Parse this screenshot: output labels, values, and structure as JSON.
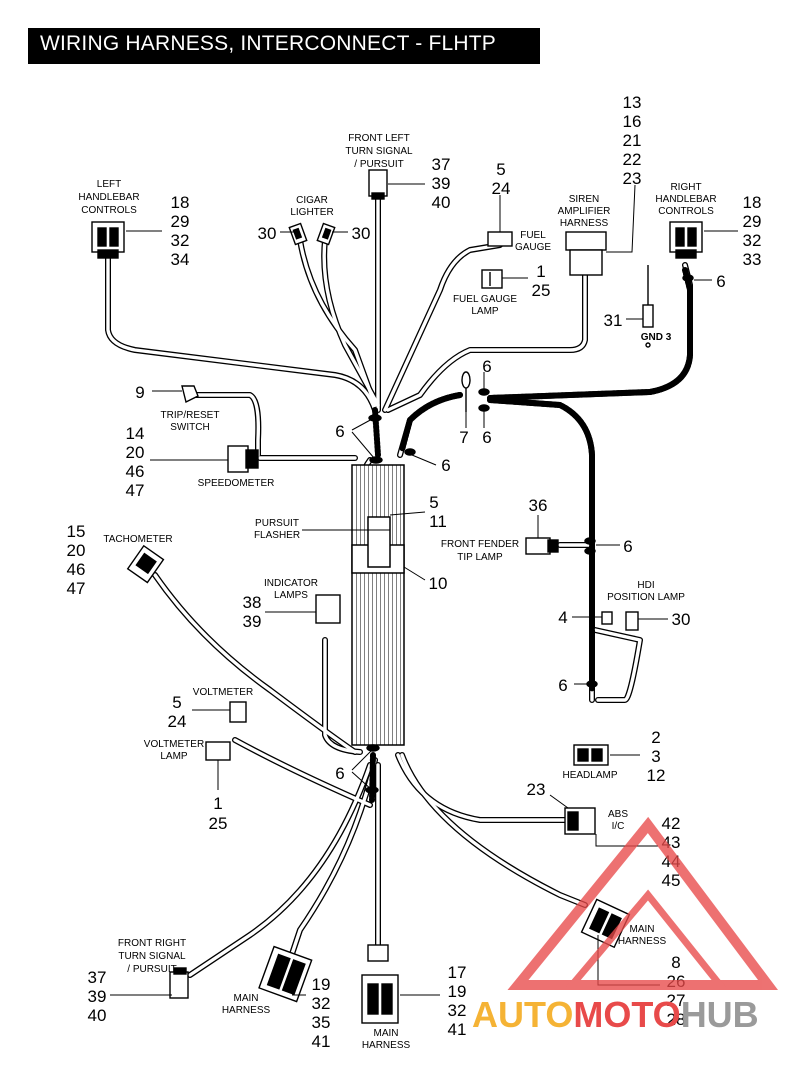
{
  "title": "WIRING HARNESS, INTERCONNECT - FLHTP",
  "labels": {
    "front_left_turn_1": "FRONT LEFT",
    "front_left_turn_2": "TURN SIGNAL",
    "front_left_turn_3": "/ PURSUIT",
    "left_hb_1": "LEFT",
    "left_hb_2": "HANDLEBAR",
    "left_hb_3": "CONTROLS",
    "cigar_1": "CIGAR",
    "cigar_2": "LIGHTER",
    "fuel_gauge_1": "FUEL",
    "fuel_gauge_2": "GAUGE",
    "fuel_lamp_1": "FUEL GAUGE",
    "fuel_lamp_2": "LAMP",
    "siren_1": "SIREN",
    "siren_2": "AMPLIFIER",
    "siren_3": "HARNESS",
    "right_hb_1": "RIGHT",
    "right_hb_2": "HANDLEBAR",
    "right_hb_3": "CONTROLS",
    "gnd": "GND 3",
    "trip_1": "TRIP/RESET",
    "trip_2": "SWITCH",
    "speedometer": "SPEEDOMETER",
    "pursuit_1": "PURSUIT",
    "pursuit_2": "FLASHER",
    "front_fender_1": "FRONT FENDER",
    "front_fender_2": "TIP LAMP",
    "tachometer": "TACHOMETER",
    "indicator_1": "INDICATOR",
    "indicator_2": "LAMPS",
    "hdi_1": "HDI",
    "hdi_2": "POSITION LAMP",
    "voltmeter": "VOLTMETER",
    "voltmeter_lamp_1": "VOLTMETER",
    "voltmeter_lamp_2": "LAMP",
    "headlamp": "HEADLAMP",
    "abs_1": "ABS",
    "abs_2": "I/C",
    "main_harness_right_1": "MAIN",
    "main_harness_right_2": "HARNESS",
    "front_right_turn_1": "FRONT RIGHT",
    "front_right_turn_2": "TURN SIGNAL",
    "front_right_turn_3": "/ PURSUIT",
    "main_harness_mid_1": "MAIN",
    "main_harness_mid_2": "HARNESS",
    "main_harness_bottom_1": "MAIN",
    "main_harness_bottom_2": "HARNESS"
  },
  "callouts": {
    "flt": [
      "37",
      "39",
      "40"
    ],
    "lhb": [
      "18",
      "29",
      "32",
      "34"
    ],
    "cigar_left": "30",
    "cigar_right": "30",
    "fuel_gauge": [
      "5",
      "24"
    ],
    "fuel_lamp": [
      "1",
      "25"
    ],
    "siren": [
      "13",
      "16",
      "21",
      "22",
      "23"
    ],
    "rhb": [
      "18",
      "29",
      "32",
      "33"
    ],
    "rhb_clip": "6",
    "gnd": "31",
    "trip": "9",
    "clip_top_a": "6",
    "clip_top_b": "6",
    "clip_7": "7",
    "clip_left": "6",
    "clip_mid": "6",
    "speedo": [
      "14",
      "20",
      "46",
      "47"
    ],
    "pursuit": [
      "5",
      "11"
    ],
    "sleeve": "10",
    "fender": "36",
    "fender_clip": "6",
    "tach": [
      "15",
      "20",
      "46",
      "47"
    ],
    "indicator": [
      "38",
      "39"
    ],
    "hdi_4": "4",
    "hdi_30": "30",
    "lower_clip_right": "6",
    "voltmeter": [
      "5",
      "24"
    ],
    "voltmeter_lamp": [
      "1",
      "25"
    ],
    "headlamp": [
      "2",
      "3",
      "12"
    ],
    "lower_clip_left": "6",
    "abs_23": "23",
    "abs": [
      "42",
      "43",
      "44",
      "45"
    ],
    "main_right": [
      "8",
      "26",
      "27",
      "28"
    ],
    "frt": [
      "37",
      "39",
      "40"
    ],
    "main_mid": [
      "19",
      "32",
      "35",
      "41"
    ],
    "main_bottom": [
      "17",
      "19",
      "32",
      "41"
    ]
  },
  "watermark": {
    "part1": "AUTO",
    "part2": "MOTO",
    "part3": "HUB"
  },
  "colors": {
    "watermark_red": "#e84a4a",
    "watermark_yellow": "#f5b335",
    "watermark_gray": "#9a9a9a"
  }
}
